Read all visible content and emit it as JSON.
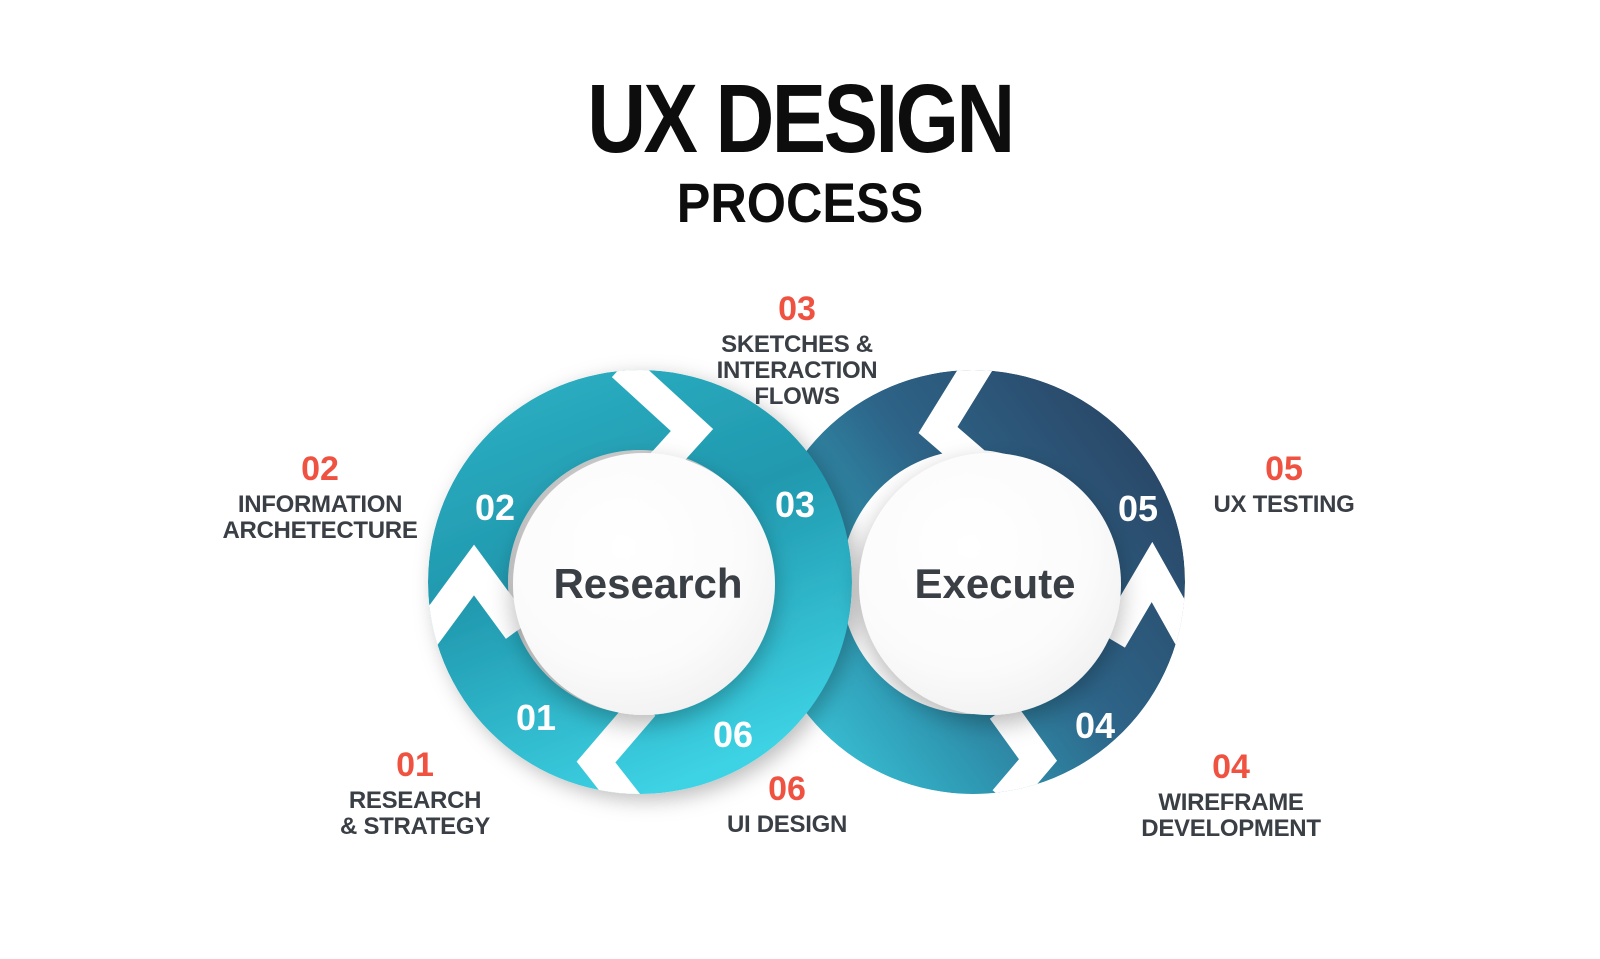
{
  "title": {
    "line1": "UX DESIGN",
    "line2": "PROCESS"
  },
  "loops": [
    {
      "label": "Research"
    },
    {
      "label": "Execute"
    }
  ],
  "steps": [
    {
      "number": "01",
      "label_lines": [
        "RESEARCH",
        "& STRATEGY"
      ]
    },
    {
      "number": "02",
      "label_lines": [
        "INFORMATION",
        "ARCHETECTURE"
      ]
    },
    {
      "number": "03",
      "label_lines": [
        "SKETCHES &",
        "INTERACTION",
        "FLOWS"
      ]
    },
    {
      "number": "04",
      "label_lines": [
        "WIREFRAME",
        "DEVELOPMENT"
      ]
    },
    {
      "number": "05",
      "label_lines": [
        "UX TESTING"
      ]
    },
    {
      "number": "06",
      "label_lines": [
        "UI DESIGN"
      ]
    }
  ],
  "colors": {
    "accent_red": "#ef5240",
    "text_dark": "#3a3e45",
    "title_black": "#0d0d0d",
    "teal_bright": "#3dd3e5",
    "teal_mid": "#2198ae",
    "teal_light": "#2cb0c3",
    "navy": "#2a4666",
    "ring_number": "#ffffff",
    "background": "#ffffff"
  }
}
